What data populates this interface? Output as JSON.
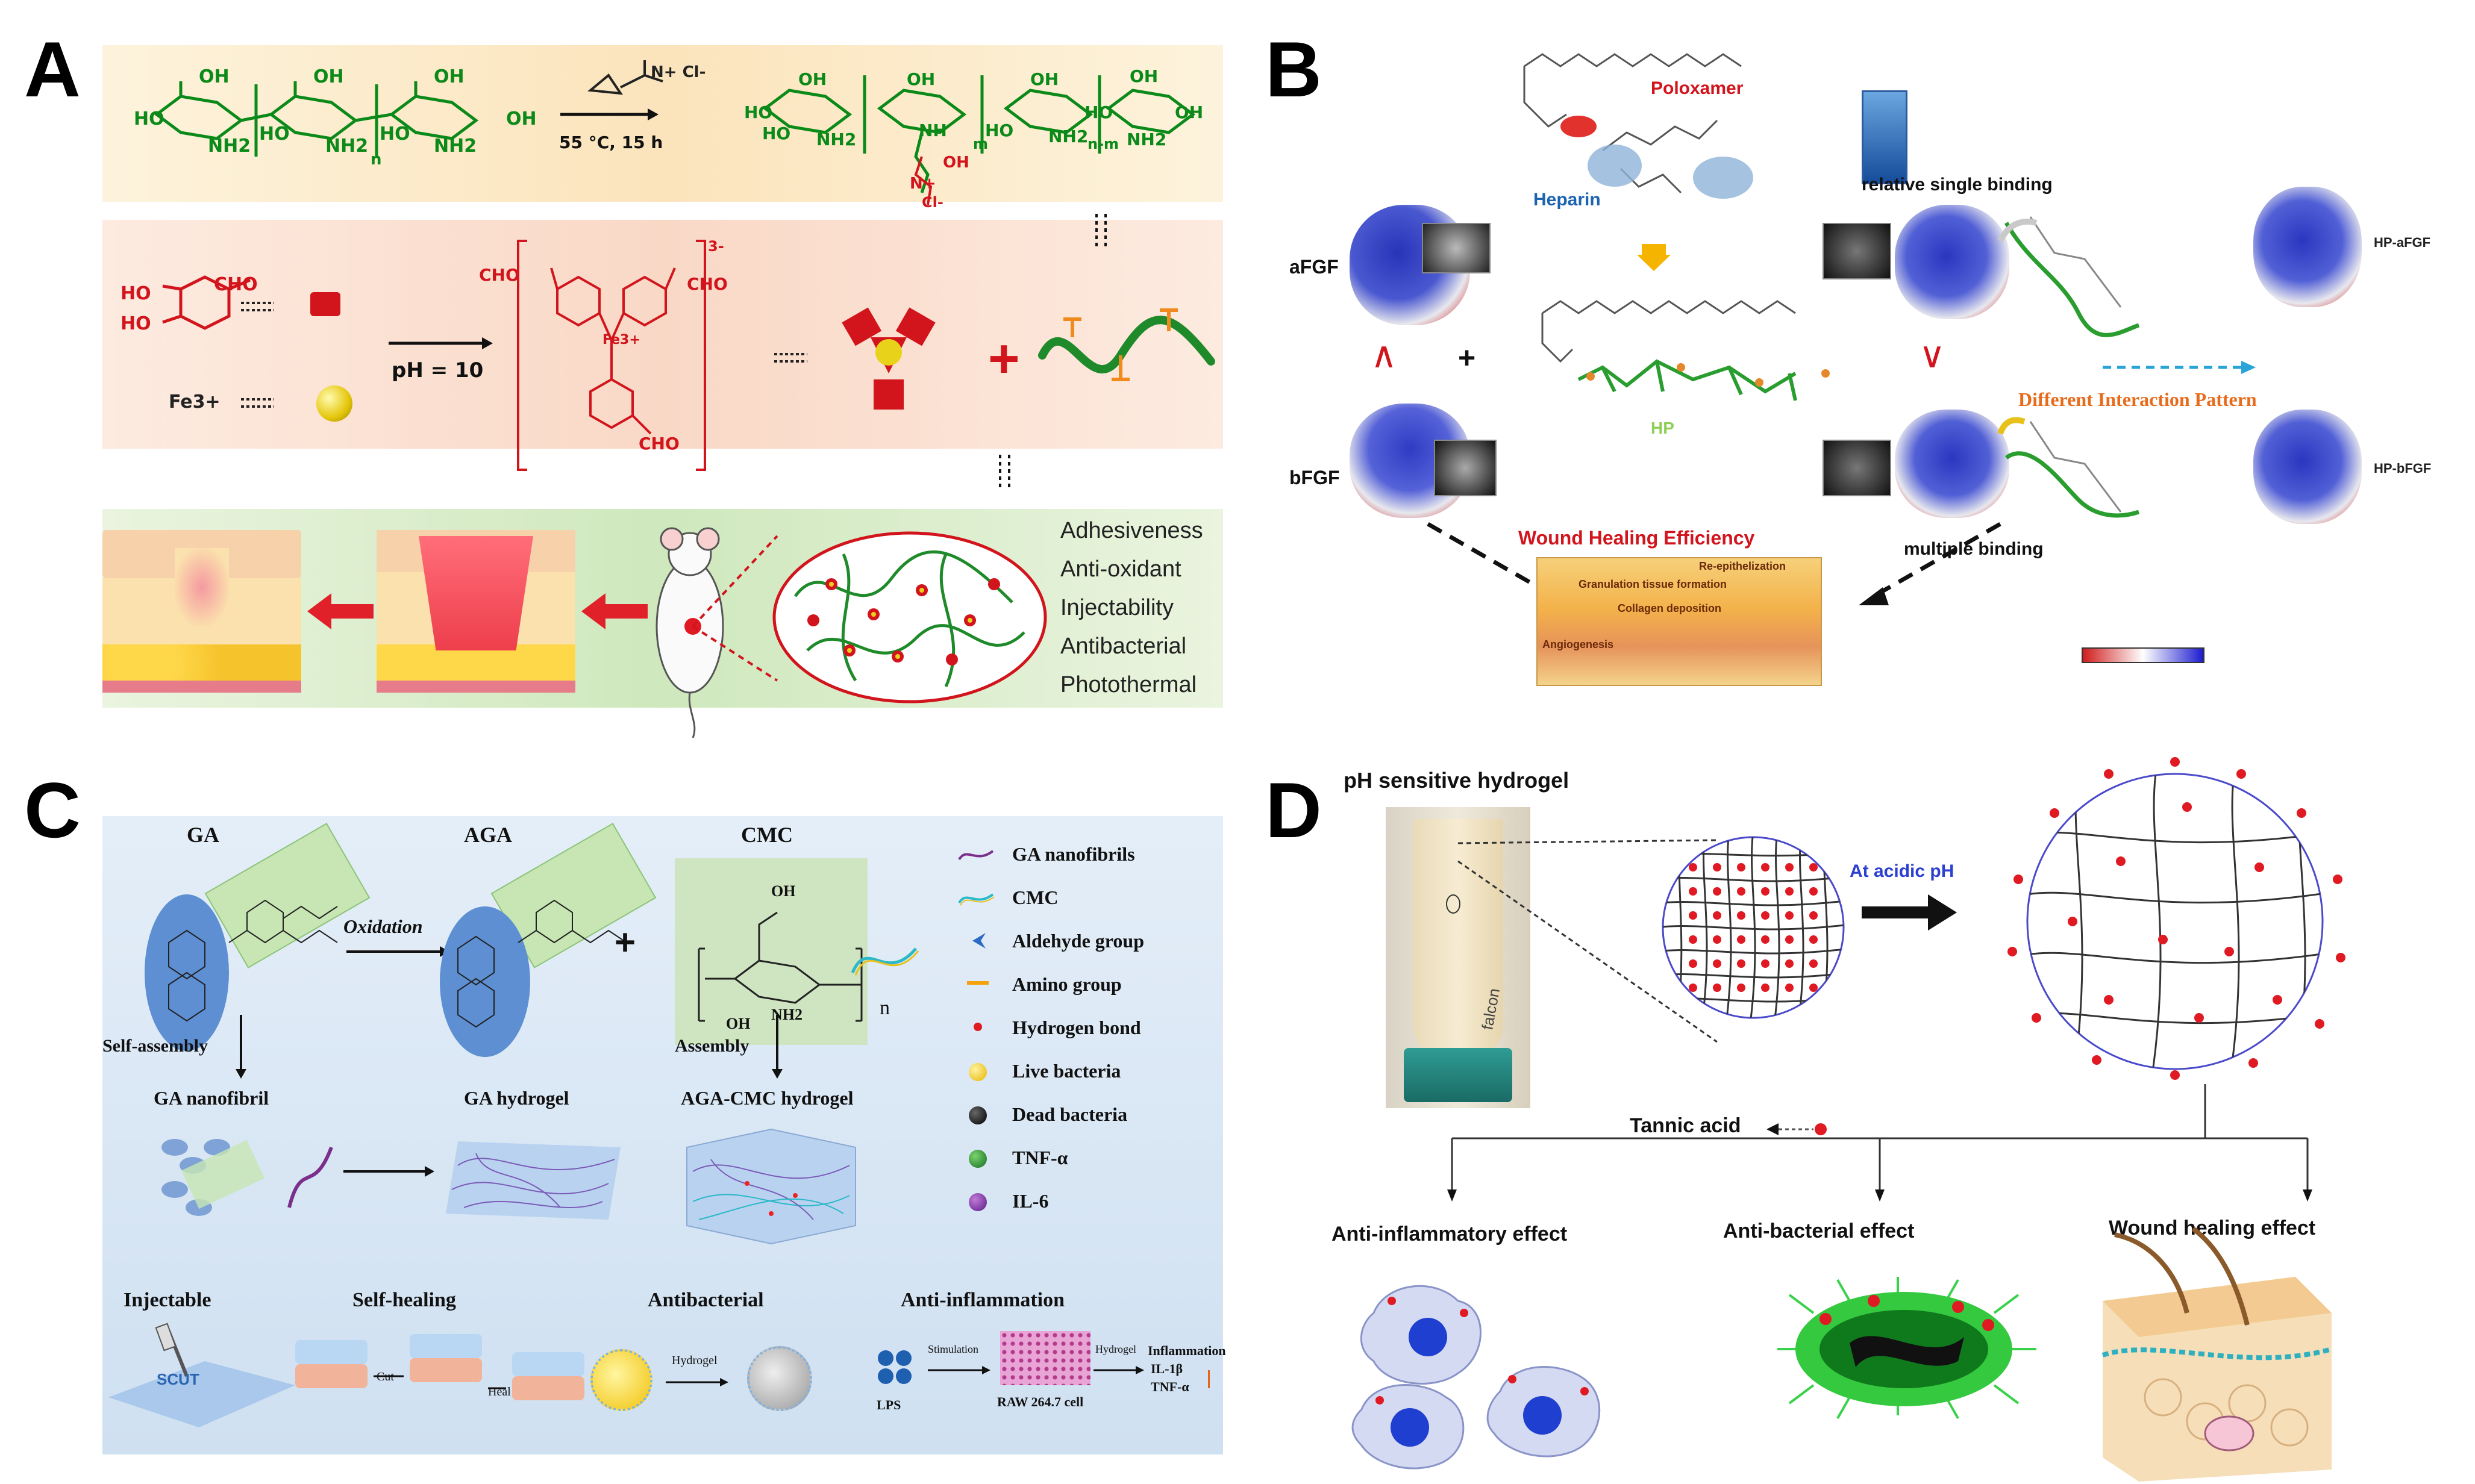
{
  "panels": {
    "a": "A",
    "b": "B",
    "c": "C",
    "d": "D"
  },
  "panel_a": {
    "chitosan_groups": [
      "OH",
      "HO",
      "NH2",
      "OH",
      "HO",
      "NH2",
      "OH",
      "HO",
      "NH2",
      "OH",
      "n"
    ],
    "reagent": "N+ Cl-",
    "condition": "55 °C, 15 h",
    "product_groups": [
      "OH",
      "HO",
      "HO",
      "NH2",
      "OH",
      "NH",
      "m",
      "OH",
      "N+",
      "Cl-",
      "OH",
      "HO",
      "NH2",
      "n-m",
      "OH",
      "HO",
      "NH2",
      "OH"
    ],
    "dba_label": "CHO",
    "dba_groups": [
      "HO",
      "HO",
      "CHO"
    ],
    "fe_label": "Fe3+",
    "ph_condition": "pH = 10",
    "complex_charge": "3-",
    "complex_groups": [
      "CHO",
      "CHO",
      "CHO",
      "Fe3+"
    ],
    "properties": [
      "Adhesiveness",
      "Anti-oxidant",
      "Injectability",
      "Antibacterial",
      "Photothermal"
    ]
  },
  "panel_b": {
    "poloxamer": "Poloxamer",
    "heparin": "Heparin",
    "afgf": "aFGF",
    "bfgf": "bFGF",
    "greater": "∧",
    "less": "∨",
    "plus": "+",
    "hp": "HP",
    "relative_single": "relative single binding",
    "multiple": "multiple binding",
    "different": "Different Interaction Pattern",
    "hp_afgf": "HP-aFGF",
    "hp_bfgf": "HP-bFGF",
    "wound_title": "Wound Healing Efficiency",
    "wound_labels": [
      "Re-epithelization",
      "Granulation tissue formation",
      "Collagen deposition",
      "Angiogenesis"
    ]
  },
  "panel_c": {
    "ga": "GA",
    "aga": "AGA",
    "cmc": "CMC",
    "oxidation": "Oxidation",
    "plus": "+",
    "self_assembly": "Self-assembly",
    "assembly": "Assembly",
    "ga_nanofibril": "GA nanofibril",
    "ga_hydrogel": "GA hydrogel",
    "aga_cmc_hydrogel": "AGA-CMC hydrogel",
    "n": "n",
    "oh": "OH",
    "nh2": "NH2",
    "legend": [
      {
        "label": "GA nanofibrils",
        "symbol": "wave-purple"
      },
      {
        "label": "CMC",
        "symbol": "wave-cyan"
      },
      {
        "label": "Aldehyde group",
        "symbol": "chevron-blue"
      },
      {
        "label": "Amino group",
        "symbol": "bar-orange"
      },
      {
        "label": "Hydrogen bond",
        "symbol": "dot-red"
      },
      {
        "label": "Live bacteria",
        "symbol": "dot-yellow"
      },
      {
        "label": "Dead bacteria",
        "symbol": "dot-black"
      },
      {
        "label": "TNF-α",
        "symbol": "dot-green"
      },
      {
        "label": "IL-6",
        "symbol": "dot-purple"
      }
    ],
    "bottom": {
      "injectable": "Injectable",
      "self_healing": "Self-healing",
      "antibacterial": "Antibacterial",
      "anti_inflammation": "Anti-inflammation",
      "scut": "SCUT",
      "cut": "Cut",
      "heal": "Heal",
      "hydrogel": "Hydrogel",
      "lps": "LPS",
      "stimulation": "Stimulation",
      "raw": "RAW 264.7 cell",
      "hydrogel2": "Hydrogel",
      "inflammation": "Inflammation",
      "il1b": "IL-1β",
      "tnfa": "TNF-α"
    }
  },
  "panel_d": {
    "title": "pH sensitive hydrogel",
    "acidic": "At acidic pH",
    "tannic": "Tannic acid",
    "effects": [
      "Anti-inflammatory effect",
      "Anti-bacterial effect",
      "Wound healing effect"
    ],
    "tube_brand": "falcon"
  },
  "colors": {
    "panel_a_band1": "#fbe8c4",
    "panel_a_band2": "#f9dccf",
    "panel_a_band3": "#d9ecc8",
    "panel_c_bg": "#d4e5f4",
    "chem_green": "#0b8a1a",
    "accent_red": "#d2141c"
  }
}
